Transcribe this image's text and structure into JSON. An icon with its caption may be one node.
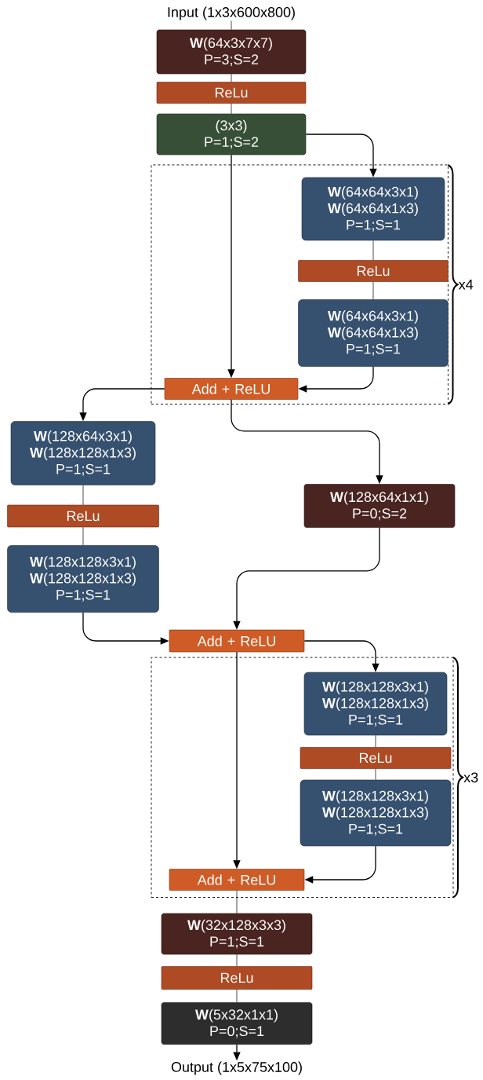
{
  "diagram": {
    "nodes": [
      {
        "text": [
          "Input (1x3x600x800)"
        ]
      },
      {
        "text": [
          "**W**(64x3x7x7) P=3;S=2"
        ]
      },
      {
        "text": [
          "ReLu"
        ]
      },
      {
        "text": [
          "(3x3) P=1;S=2"
        ]
      },
      {
        "text": [],
        "shape": "box",
        "beside": [
          "x4"
        ]
      },
      {
        "text": [
          "**W**(64x64x3x1) **W**(64x64x1x3) P=1;S=1"
        ],
        "in": 4
      },
      {
        "text": [
          "ReLu"
        ],
        "in": 4
      },
      {
        "text": [
          "**W**(64x64x3x1) **W**(64x64x1x3) P=1;S=1"
        ],
        "in": 4
      },
      {
        "text": [
          "Add + ReLU"
        ],
        "in": 4
      },
      {
        "text": [
          "**W**(128x64x3x1) **W**(128x128x1x3) P=1;S=1"
        ]
      },
      {
        "text": [
          "ReLu"
        ]
      },
      {
        "text": [
          "**W**(128x128x3x1) **W**(128x128x1x3) P=1;S=1"
        ]
      },
      {
        "text": [
          "**W**(128x64x1x1) P=0;S=2"
        ]
      },
      {
        "text": [
          "Add + ReLU"
        ]
      },
      {
        "text": [],
        "shape": "box",
        "beside": [
          "x3"
        ]
      },
      {
        "text": [
          "**W**(128x128x3x1) **W**(128x128x1x3) P=1;S=1"
        ],
        "in": 14
      },
      {
        "text": [
          "ReLu"
        ],
        "in": 14
      },
      {
        "text": [
          "**W**(128x128x3x1) **W**(128x128x1x3) P=1;S=1"
        ],
        "in": 14
      },
      {
        "text": [
          "Add + ReLU"
        ],
        "in": 14
      },
      {
        "text": [
          "**W**(32x128x3x3) P=1;S=1"
        ]
      },
      {
        "text": [
          "ReLu"
        ]
      },
      {
        "text": [
          "**W**(5x32x1x1) P=0;S=1"
        ]
      },
      {
        "text": [
          "Output (1x5x75x100)"
        ]
      }
    ],
    "edges": [
      {
        "from": 0,
        "to": 1,
        "arrow": "none"
      },
      {
        "from": 1,
        "to": 2,
        "arrow": "none"
      },
      {
        "from": 2,
        "to": 3,
        "arrow": "none"
      },
      {
        "from": 3,
        "to": 8,
        "arrow": "to"
      },
      {
        "from": 3,
        "to": 5,
        "arrow": "to"
      },
      {
        "from": 5,
        "to": 6,
        "arrow": "none"
      },
      {
        "from": 6,
        "to": 7,
        "arrow": "none"
      },
      {
        "from": 7,
        "to": 8,
        "arrow": "to"
      },
      {
        "from": 8,
        "to": 9,
        "arrow": "to"
      },
      {
        "from": 8,
        "to": 12,
        "arrow": "to"
      },
      {
        "from": 9,
        "to": 10,
        "arrow": "none"
      },
      {
        "from": 10,
        "to": 11,
        "arrow": "none"
      },
      {
        "from": 11,
        "to": 13,
        "arrow": "to"
      },
      {
        "from": 12,
        "to": 13,
        "arrow": "to"
      },
      {
        "from": 13,
        "to": 18,
        "arrow": "to"
      },
      {
        "from": 13,
        "to": 15,
        "arrow": "to"
      },
      {
        "from": 15,
        "to": 16,
        "arrow": "none"
      },
      {
        "from": 16,
        "to": 17,
        "arrow": "none"
      },
      {
        "from": 17,
        "to": 18,
        "arrow": "to"
      },
      {
        "from": 18,
        "to": 19,
        "arrow": "none"
      },
      {
        "from": 19,
        "to": 20,
        "arrow": "none"
      },
      {
        "from": 20,
        "to": 21,
        "arrow": "none"
      },
      {
        "from": 21,
        "to": 22,
        "arrow": "to"
      }
    ]
  }
}
